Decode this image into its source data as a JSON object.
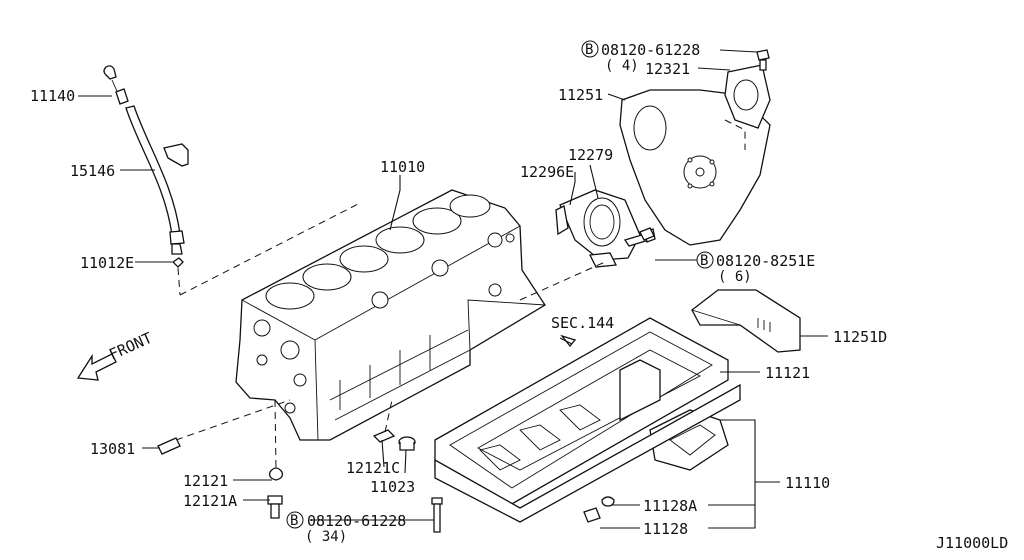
{
  "diagram_id": "J11000LD",
  "front_label": "FRONT",
  "sec_ref": "SEC.144",
  "bolt_marker": "B",
  "parts": {
    "p11140": "11140",
    "p15146": "15146",
    "p11012E": "11012E",
    "p11010": "11010",
    "p13081": "13081",
    "p12121": "12121",
    "p12121A": "12121A",
    "p12121C": "12121C",
    "p11023": "11023",
    "p12279": "12279",
    "p12296E": "12296E",
    "p11251": "11251",
    "p12321": "12321",
    "p11251D": "11251D",
    "p11121": "11121",
    "p11110": "11110",
    "p11128A": "11128A",
    "p11128": "11128"
  },
  "bolts": {
    "top": {
      "number": "08120-61228",
      "qty": "( 4)"
    },
    "mid": {
      "number": "08120-8251E",
      "qty": "( 6)"
    },
    "bottom": {
      "number": "08120-61228",
      "qty": "( 34)"
    }
  }
}
